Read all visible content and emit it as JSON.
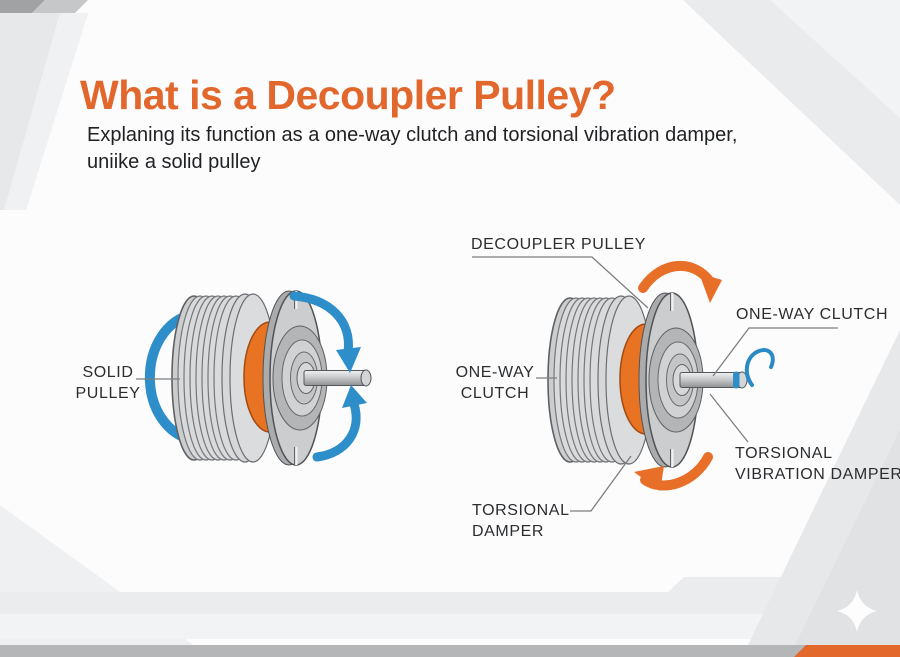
{
  "page": {
    "title": "What is a Decoupler Pulley?",
    "subtitle_line1": "Explaning its function as a one-way clutch and torsional vibration damper,",
    "subtitle_line2": "uniike a solid pulley"
  },
  "solid_pulley_diagram": {
    "label_line1": "SOLID",
    "label_line2": "PULLEY"
  },
  "decoupler_pulley_diagram": {
    "title_label": "DECOUPLER PULLEY",
    "one_way_clutch_left_line1": "ONE-WAY",
    "one_way_clutch_left_line2": "CLUTCH",
    "one_way_clutch_right": "ONE-WAY CLUTCH",
    "torsional_vibration_damper_line1": "TORSIONAL",
    "torsional_vibration_damper_line2": "VIBRATION DAMPER",
    "torsional_damper_line1": "TORSIONAL",
    "torsional_damper_line2": "DAMPER"
  },
  "colors": {
    "accent_orange": "#e2672c",
    "arrow_orange": "#e76f28",
    "arrow_blue": "#2d8ec9",
    "damper_ring_orange": "#e87323",
    "pulley_gray": "#d6d7d9",
    "label_text": "#2b2d2f"
  }
}
